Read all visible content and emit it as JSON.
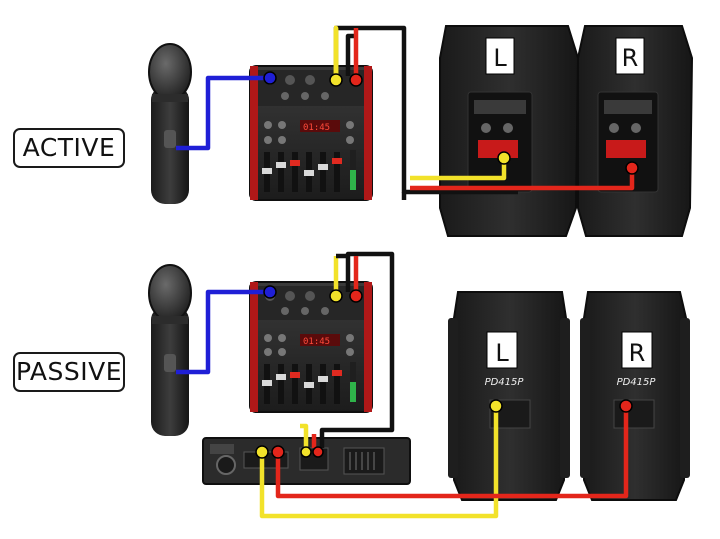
{
  "labels": {
    "active": "ACTIVE",
    "passive": "PASSIVE"
  },
  "speakers": {
    "active_left": "L",
    "active_right": "R",
    "passive_left": "L",
    "passive_right": "R",
    "passive_model": "PD415P"
  },
  "colors": {
    "blue_cable": "#1f1fd6",
    "yellow_cable": "#f2e22a",
    "red_cable": "#e3261b",
    "black_cable": "#111111",
    "device_dark": "#2a2a2a"
  }
}
